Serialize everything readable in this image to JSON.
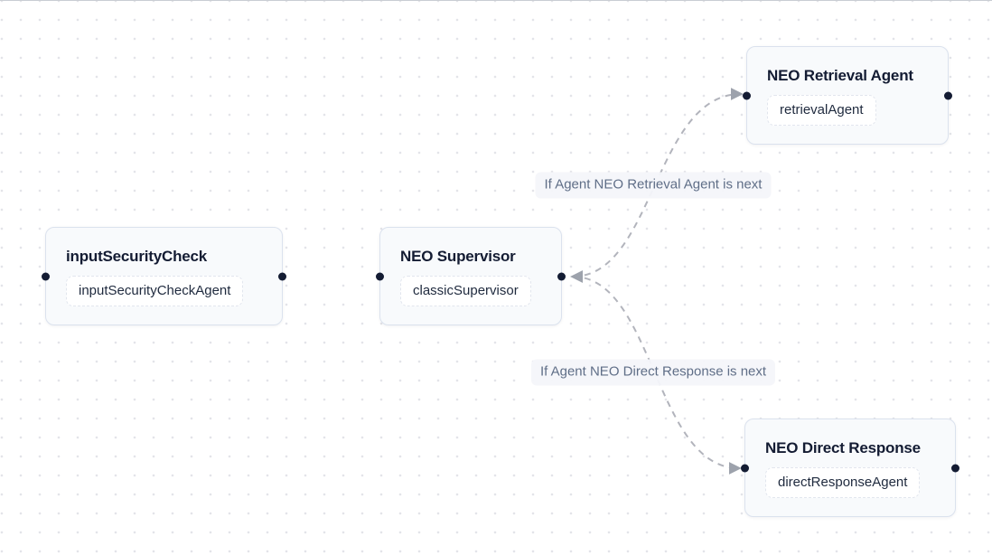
{
  "canvas": {
    "background": "#ffffff",
    "dot_color": "#e3e4e9"
  },
  "nodes": [
    {
      "title": "inputSecurityCheck",
      "agent": "inputSecurityCheckAgent"
    },
    {
      "title": "NEO Supervisor",
      "agent": "classicSupervisor"
    },
    {
      "title": "NEO Retrieval Agent",
      "agent": "retrievalAgent"
    },
    {
      "title": "NEO Direct Response",
      "agent": "directResponseAgent"
    }
  ],
  "edges": [
    {
      "from": "NEO Supervisor",
      "to": "NEO Retrieval Agent",
      "label": "If Agent NEO Retrieval Agent is next"
    },
    {
      "from": "NEO Supervisor",
      "to": "NEO Direct Response",
      "label": "If Agent NEO Direct Response is next"
    }
  ],
  "colors": {
    "node_background": "#f8fafc",
    "node_border": "#dbe2ee",
    "node_title_text": "#141c33",
    "agent_chip_text": "#1f2a3e",
    "edge_stroke": "#b2b4bc",
    "edge_arrow": "#9da2ac",
    "edge_label_text": "#5f6e87",
    "edge_label_background": "#f4f6fa",
    "handle": "#141c33"
  }
}
